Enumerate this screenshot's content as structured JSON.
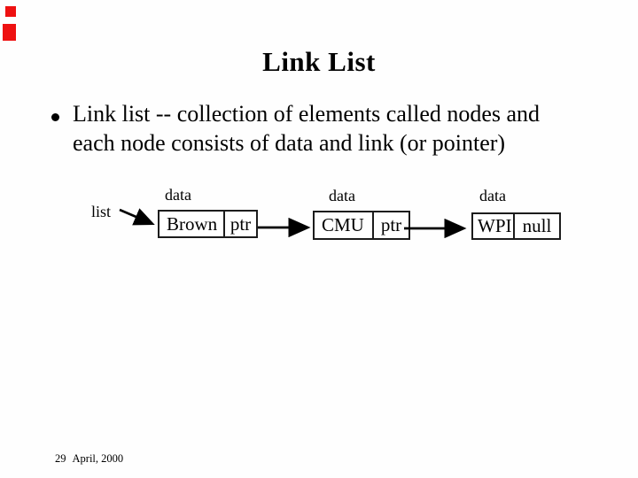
{
  "slide": {
    "title": "Link List",
    "bullet": {
      "marker": "•",
      "line1": "Link list -- collection of elements called nodes and",
      "line2": "each node consists of data and link (or pointer)"
    },
    "diagram": {
      "pointer_label": "list",
      "nodes": [
        {
          "field_label": "data",
          "data": "Brown",
          "link": "ptr"
        },
        {
          "field_label": "data",
          "data": "CMU",
          "link": "ptr"
        },
        {
          "field_label": "data",
          "data": "WPI",
          "link": "null"
        }
      ]
    },
    "footer": {
      "page_number": "29",
      "date": "April, 2000"
    },
    "colors": {
      "accent_red": "#ee1111",
      "ink": "#000000",
      "background": "#ffffff"
    }
  }
}
